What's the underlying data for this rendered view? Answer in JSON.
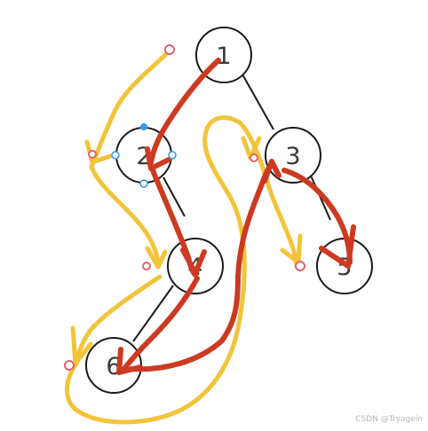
{
  "diagram": {
    "nodes": [
      {
        "id": "1",
        "label": "1"
      },
      {
        "id": "2",
        "label": "2"
      },
      {
        "id": "3",
        "label": "3"
      },
      {
        "id": "4",
        "label": "4"
      },
      {
        "id": "5",
        "label": "5"
      },
      {
        "id": "6",
        "label": "6"
      }
    ],
    "edges": [
      {
        "from": "1",
        "to": "3"
      },
      {
        "from": "2",
        "to": "4"
      },
      {
        "from": "3",
        "to": "5"
      },
      {
        "from": "4",
        "to": "6"
      }
    ],
    "colors": {
      "tree_stroke": "#1a1a1a",
      "red_path": "#cc3a22",
      "yellow_path": "#f2c43a",
      "handle": "#3399ee",
      "endpoint": "#e8606c"
    }
  },
  "watermark": "CSDN @Tryagein"
}
